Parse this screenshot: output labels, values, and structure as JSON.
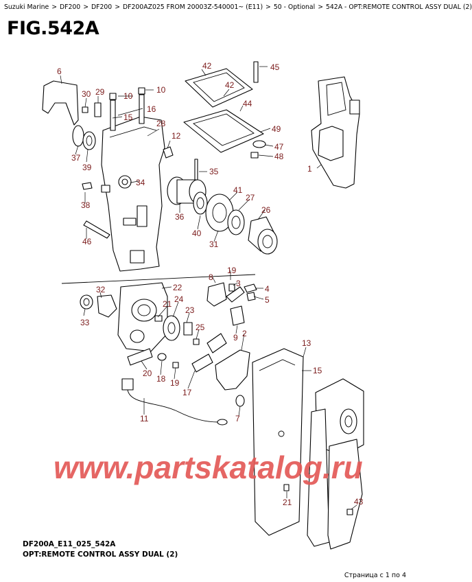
{
  "breadcrumb": {
    "items": [
      "Suzuki Marine",
      "DF200",
      "DF200",
      "DF200AZ025 FROM 20003Z-540001~ (E11)",
      "50 - Optional",
      "542A - OPT:REMOTE CONTROL ASSY DUAL (2)"
    ],
    "separator": ">"
  },
  "figure": {
    "title": "FIG.542A"
  },
  "callouts": {
    "c1": "1",
    "c2": "2",
    "c3": "3",
    "c4": "4",
    "c5": "5",
    "c6": "6",
    "c7": "7",
    "c8": "8",
    "c9": "9",
    "c10a": "10",
    "c10b": "10",
    "c11": "11",
    "c12": "12",
    "c13": "13",
    "c15": "15",
    "c16": "16",
    "c17": "17",
    "c18": "18",
    "c19a": "19",
    "c19b": "19",
    "c20": "20",
    "c21a": "21",
    "c21b": "21",
    "c22": "22",
    "c23": "23",
    "c24": "24",
    "c25": "25",
    "c26": "26",
    "c27": "27",
    "c28": "28",
    "c29": "29",
    "c30": "30",
    "c31": "31",
    "c32": "32",
    "c33": "33",
    "c34": "34",
    "c35": "35",
    "c36": "36",
    "c37": "37",
    "c38": "38",
    "c39": "39",
    "c40": "40",
    "c41": "41",
    "c42a": "42",
    "c42b": "42",
    "c43": "43",
    "c44": "44",
    "c45": "45",
    "c46": "46",
    "c47": "47",
    "c48": "48",
    "c49": "49"
  },
  "watermark": "www.partskatalog.ru",
  "footer": {
    "code": "DF200A_E11_025_542A",
    "name": "OPT:REMOTE CONTROL ASSY DUAL (2)",
    "pager": "Страница с 1 по 4"
  },
  "colors": {
    "callout": "#7a1a1a",
    "watermark": "#e35a57"
  }
}
